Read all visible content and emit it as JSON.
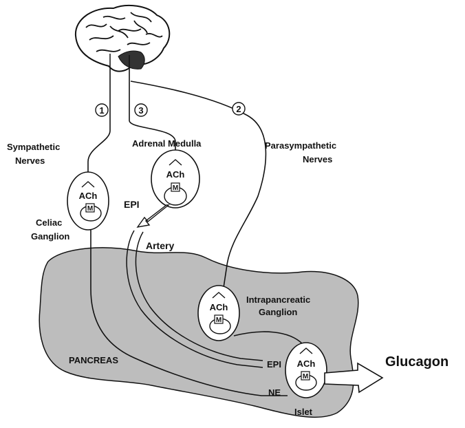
{
  "pathway_numbers": {
    "one": "1",
    "two": "2",
    "three": "3"
  },
  "labels": {
    "sympathetic_nerves": [
      "Sympathetic",
      "Nerves"
    ],
    "adrenal_medulla": "Adrenal Medulla",
    "parasympathetic_nerves": [
      "Parasympathetic",
      "Nerves"
    ],
    "celiac_ganglion": [
      "Celiac",
      "Ganglion"
    ],
    "epi_adrenal": "EPI",
    "artery": "Artery",
    "intrapancreatic_ganglion": [
      "Intrapancreatic",
      "Ganglion"
    ],
    "pancreas": "PANCREAS",
    "islet": "Islet",
    "epi_islet": "EPI",
    "ne": "NE",
    "glucagon": "Glucagon",
    "ach": "ACh",
    "m": "M"
  },
  "colors": {
    "pancreas_fill": "#bdbdbd",
    "stroke": "#111111",
    "background": "#ffffff"
  },
  "icons": [
    "brain-icon",
    "arrow-right-icon"
  ]
}
